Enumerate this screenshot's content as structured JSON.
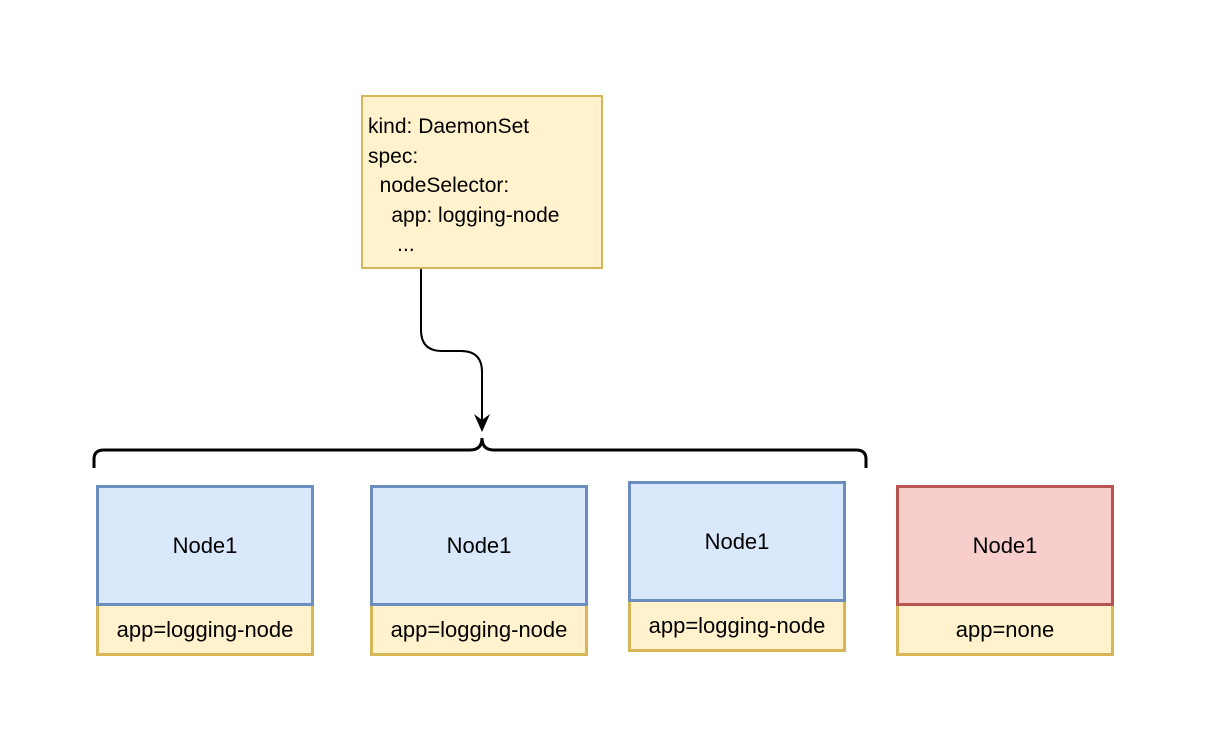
{
  "spec": {
    "lines": [
      "kind: DaemonSet",
      "spec:",
      "  nodeSelector:",
      "    app: logging-node",
      "     ..."
    ]
  },
  "nodes": [
    {
      "name": "Node1",
      "label": "app=logging-node",
      "selected": true
    },
    {
      "name": "Node1",
      "label": "app=logging-node",
      "selected": true
    },
    {
      "name": "Node1",
      "label": "app=logging-node",
      "selected": true
    },
    {
      "name": "Node1",
      "label": "app=none",
      "selected": false
    }
  ],
  "colors": {
    "selected_node_fill": "#dae8fc",
    "selected_node_border": "#6c8ebf",
    "excluded_node_fill": "#f8cecc",
    "excluded_node_border": "#b85450",
    "note_fill": "#fff2cc",
    "note_border": "#d6b656"
  }
}
